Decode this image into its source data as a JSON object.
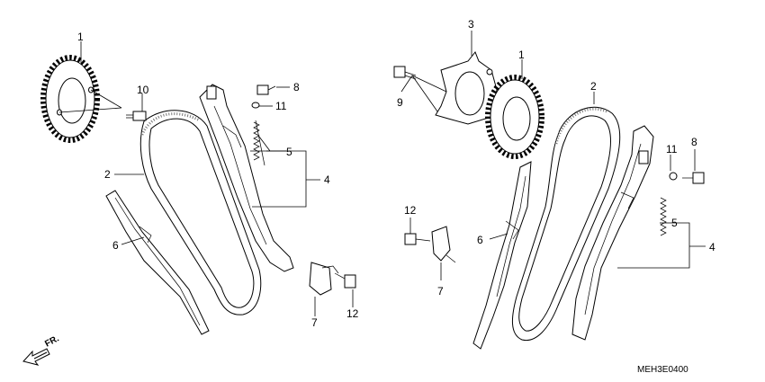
{
  "callouts": {
    "left": {
      "sprocket": "1",
      "chain": "2",
      "chain_guide": "6",
      "tensioner_arm": "4",
      "tensioner_spring": "5",
      "bolt_8": "8",
      "bolt_10": "10",
      "washer": "11",
      "guide_plate": "7",
      "bolt_12": "12"
    },
    "right": {
      "plate": "3",
      "sprocket": "1",
      "chain": "2",
      "bolt_9": "9",
      "chain_guide": "6",
      "bolt_12": "12",
      "guide_plate": "7",
      "washer": "11",
      "bolt_8": "8",
      "tensioner_spring": "5",
      "tensioner_arm": "4"
    }
  },
  "front_marker": "FR.",
  "diagram_code": "MEH3E0400",
  "icons": [
    "front-arrow-icon"
  ]
}
